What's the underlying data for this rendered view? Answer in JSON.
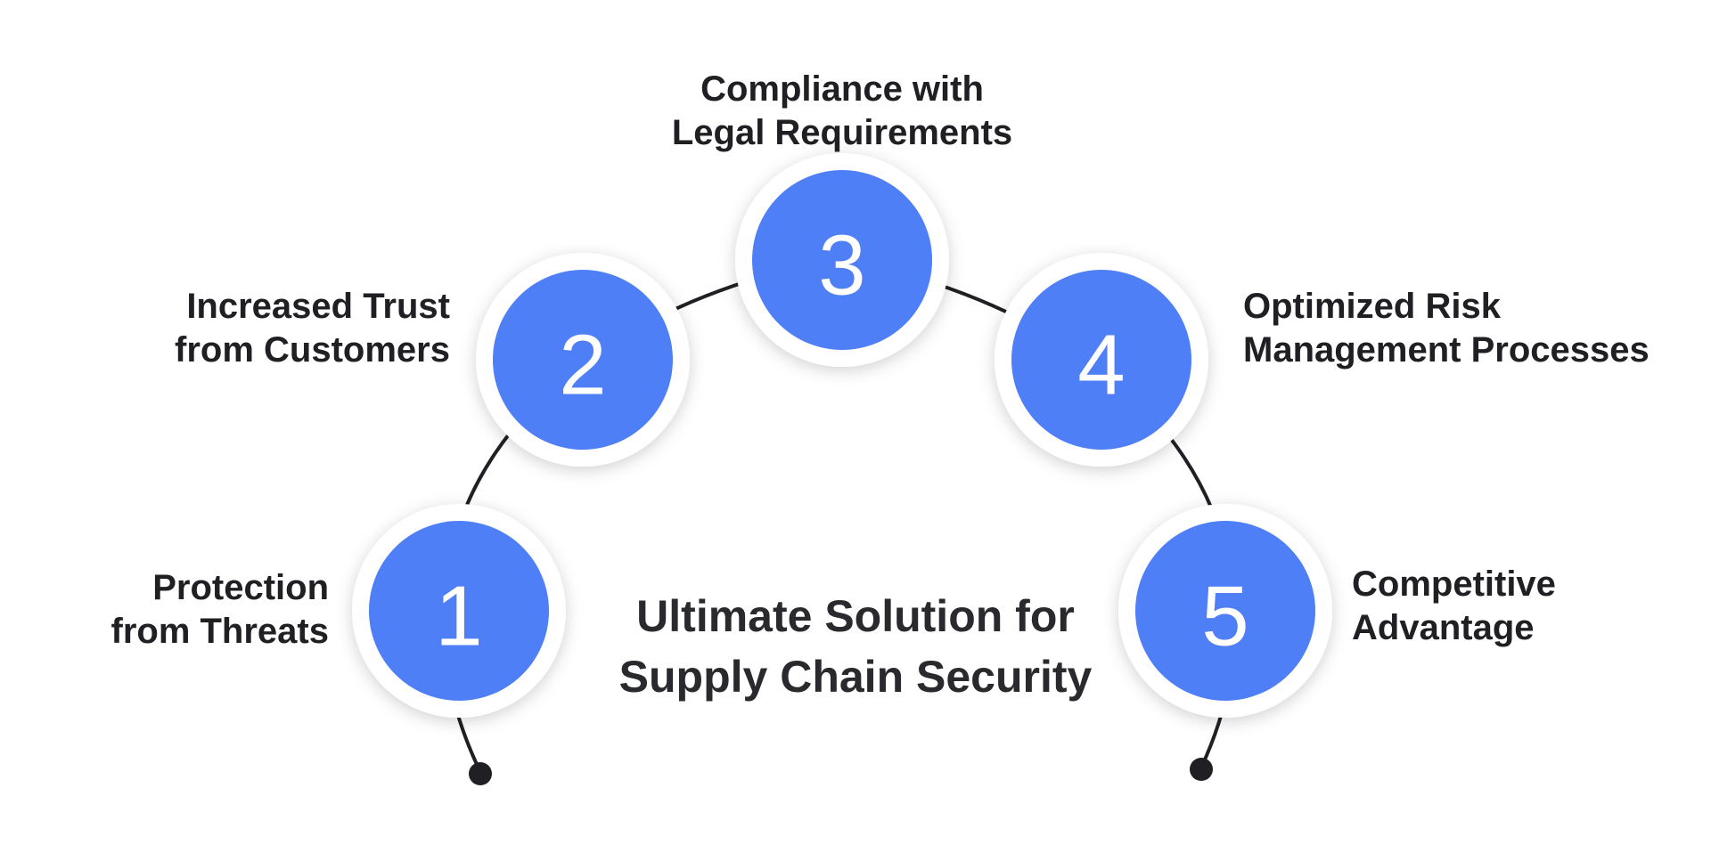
{
  "diagram": {
    "title_lines": [
      "Ultimate Solution for",
      "Supply Chain Security"
    ],
    "steps": [
      {
        "number": "1",
        "label_lines": [
          "Protection",
          "from Threats"
        ]
      },
      {
        "number": "2",
        "label_lines": [
          "Increased Trust",
          "from Customers"
        ]
      },
      {
        "number": "3",
        "label_lines": [
          "Compliance with",
          "Legal Requirements"
        ]
      },
      {
        "number": "4",
        "label_lines": [
          "Optimized Risk",
          "Management Processes"
        ]
      },
      {
        "number": "5",
        "label_lines": [
          "Competitive",
          "Advantage"
        ]
      }
    ],
    "colors": {
      "node_fill": "#4f7ff7",
      "node_ring": "#ffffff",
      "line": "#1f1f24",
      "text": "#202024"
    }
  }
}
